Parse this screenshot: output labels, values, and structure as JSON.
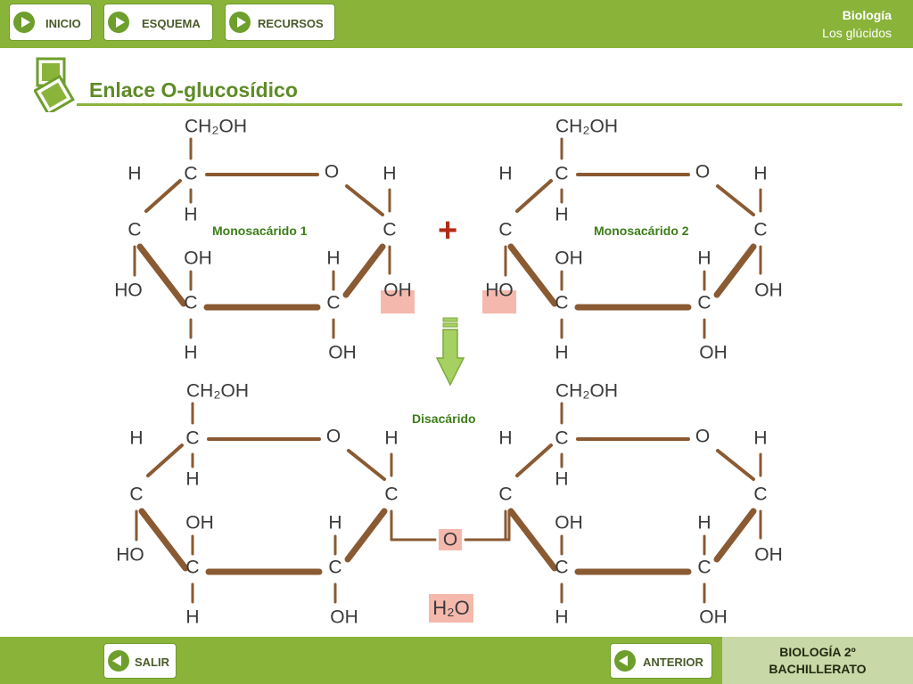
{
  "nav": {
    "inicio": "INICIO",
    "esquema": "ESQUEMA",
    "recursos": "RECURSOS"
  },
  "header": {
    "subject": "Biología",
    "topic": "Los glúcidos"
  },
  "page": {
    "title": "Enlace O-glucosídico"
  },
  "diagram": {
    "monosaccharide_1": "Monosacárido 1",
    "monosaccharide_2": "Monosacárido 2",
    "disaccharide": "Disacárido",
    "plus": "+",
    "water": "H₂O",
    "bridge_oxygen": "O",
    "atoms": {
      "ch2oh": "CH₂OH",
      "carbon": "C",
      "hydrogen": "H",
      "oxygen": "O",
      "hydroxyl": "OH",
      "hydroxyl_left": "HO"
    },
    "colors": {
      "bond": "#8a5a32",
      "highlight": "#f5b8ad",
      "arrow": "#a6d162",
      "label": "#3c7d17",
      "plus": "#b32a17"
    }
  },
  "footer": {
    "salir": "SALIR",
    "anterior": "ANTERIOR",
    "course_line1": "BIOLOGÍA 2º",
    "course_line2": "BACHILLERATO"
  },
  "theme": {
    "accent": "#8ab33a",
    "title_color": "#5e8b26"
  }
}
